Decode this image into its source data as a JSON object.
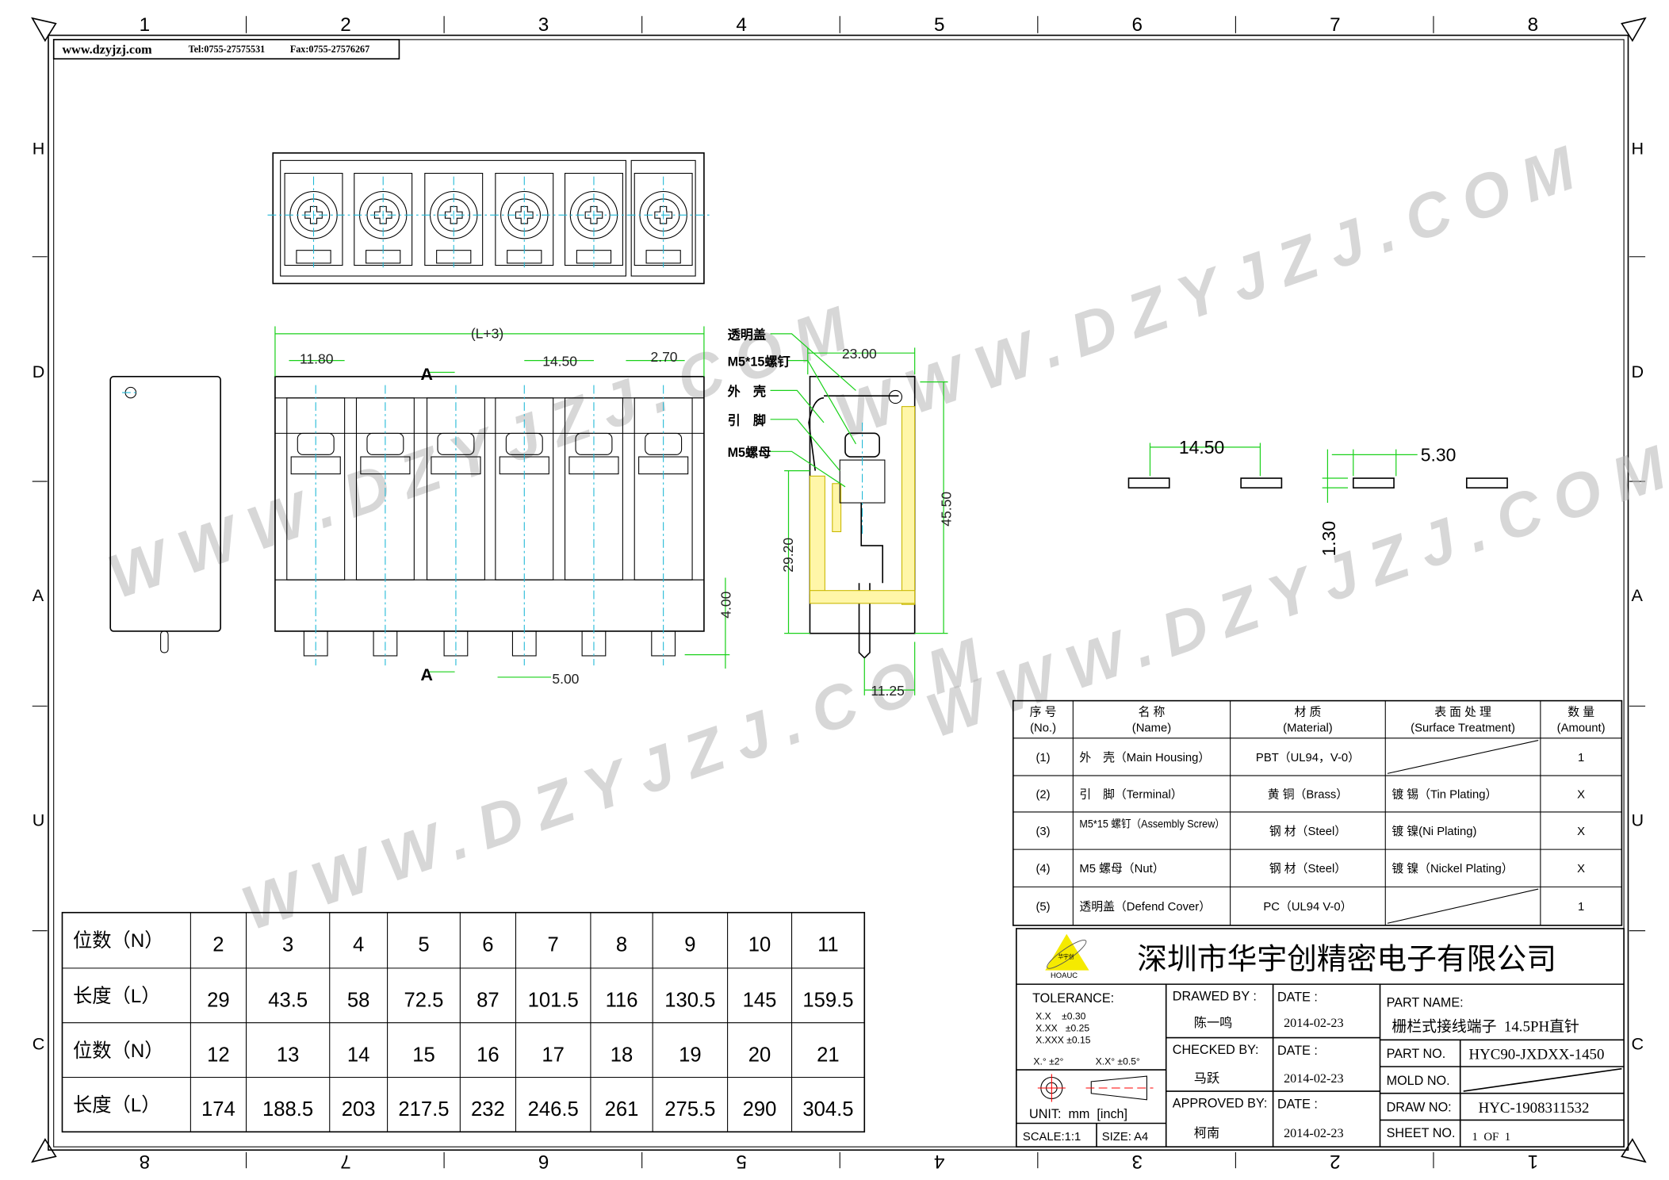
{
  "header": {
    "site": "www.dzyjzj.com",
    "tel": "Tel:0755-27575531",
    "fax": "Fax:0755-27576267"
  },
  "frame": {
    "top_zones": [
      "1",
      "2",
      "3",
      "4",
      "5",
      "6",
      "7",
      "8"
    ],
    "bottom_zones": [
      "8",
      "7",
      "6",
      "5",
      "4",
      "3",
      "2",
      "1"
    ],
    "side_zones": [
      "H",
      "D",
      "A",
      "U",
      "C"
    ]
  },
  "watermark": "WWW.DZYJZJ.COM",
  "front_view": {
    "overall": "(L+3)",
    "pitch_edge": "11.80",
    "pitch": "14.50",
    "end": "2.70",
    "section_mark": "A",
    "pin_width": "5.00",
    "pin_length": "4.00"
  },
  "side_view": {
    "width": "23.00",
    "height": "45.50",
    "body_height": "29.20",
    "pin_offset": "11.25",
    "callouts": [
      "透明盖",
      "M5*15螺钉",
      "外　壳",
      "引　脚",
      "M5螺母"
    ]
  },
  "pcb_layout": {
    "pitch": "14.50",
    "pad_spacing": "5.30",
    "pad_width": "1.30"
  },
  "parts_table": {
    "headers": [
      [
        "序 号",
        "(No.)"
      ],
      [
        "名  称",
        "(Name)"
      ],
      [
        "材  质",
        "(Material)"
      ],
      [
        "表  面  处  理",
        "(Surface Treatment)"
      ],
      [
        "数  量",
        "(Amount)"
      ]
    ],
    "rows": [
      [
        "(1)",
        "外　壳（Main Housing）",
        "PBT（UL94，V-0）",
        "",
        "1"
      ],
      [
        "(2)",
        "引　脚（Terminal）",
        "黄 铜（Brass）",
        "镀 锡（Tin Plating）",
        "X"
      ],
      [
        "(3)",
        "M5*15 螺钉（Assembly Screw）",
        "钢 材（Steel）",
        "镀 镍(Ni Plating)",
        "X"
      ],
      [
        "(4)",
        "M5 螺母（Nut）",
        "钢 材（Steel）",
        "镀 镍（Nickel Plating）",
        "X"
      ],
      [
        "(5)",
        "透明盖（Defend Cover）",
        "PC（UL94 V-0）",
        "",
        "1"
      ]
    ]
  },
  "length_table": {
    "rows": [
      {
        "label": "位数（N）",
        "values": [
          "2",
          "3",
          "4",
          "5",
          "6",
          "7",
          "8",
          "9",
          "10",
          "11"
        ]
      },
      {
        "label": "长度（L）",
        "values": [
          "29",
          "43.5",
          "58",
          "72.5",
          "87",
          "101.5",
          "116",
          "130.5",
          "145",
          "159.5"
        ]
      },
      {
        "label": "位数（N）",
        "values": [
          "12",
          "13",
          "14",
          "15",
          "16",
          "17",
          "18",
          "19",
          "20",
          "21"
        ]
      },
      {
        "label": "长度（L）",
        "values": [
          "174",
          "188.5",
          "203",
          "217.5",
          "232",
          "246.5",
          "261",
          "275.5",
          "290",
          "304.5"
        ]
      }
    ]
  },
  "title_block": {
    "company": "深圳市华宇创精密电子有限公司",
    "logo_text": "HOAUC",
    "logo_inner": "华宇创",
    "tolerance_label": "TOLERANCE:",
    "tolerances": [
      "X.X    ±0.30",
      "X.XX   ±0.25",
      "X.XXX ±0.15"
    ],
    "angle_tolerance": [
      "X.° ±2°",
      "X.X° ±0.5°"
    ],
    "unit": "UNIT:  mm  [inch]",
    "scale": "SCALE:1:1",
    "size": "SIZE:  A4",
    "drawed_by_label": "DRAWED  BY :",
    "drawed_by": "陈一鸣",
    "checked_by_label": "CHECKED  BY:",
    "checked_by": "马跃",
    "approved_by_label": "APPROVED  BY:",
    "approved_by": "柯南",
    "date_label": "DATE  :",
    "dates": [
      "2014-02-23",
      "2014-02-23",
      "2014-02-23"
    ],
    "part_name_label": "PART  NAME:",
    "part_name": "栅栏式接线端子  14.5PH直针",
    "part_no_label": "PART  NO.",
    "part_no": "HYC90-JXDXX-1450",
    "mold_no_label": "MOLD  NO.",
    "draw_no_label": "DRAW  NO:",
    "draw_no": "HYC-1908311532",
    "sheet_no_label": "SHEET  NO.",
    "sheet_no": "1  OF  1"
  }
}
